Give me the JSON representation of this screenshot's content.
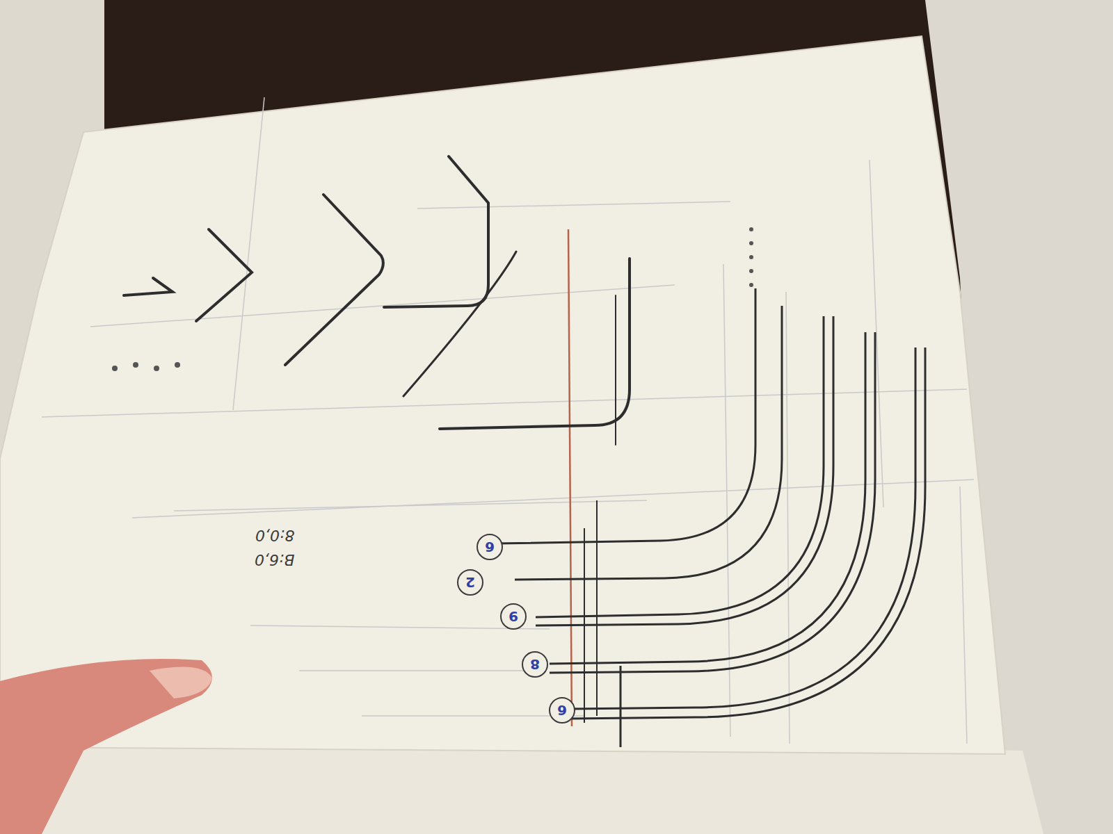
{
  "diagram": {
    "nodes": [
      {
        "text": [
          "6"
        ]
      },
      {
        "text": [
          "2"
        ]
      },
      {
        "text": [
          "9"
        ]
      },
      {
        "text": [
          "8"
        ]
      },
      {
        "text": [
          "6"
        ]
      }
    ],
    "labels": [
      "8:0,0",
      "B:6,0"
    ]
  }
}
